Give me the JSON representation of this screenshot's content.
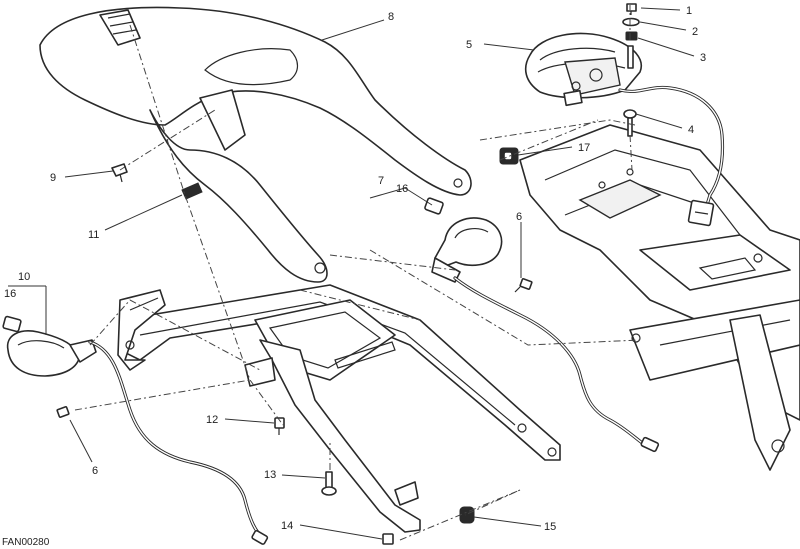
{
  "diagram": {
    "drawing_code": "FAN00280",
    "callouts": {
      "c1": "1",
      "c2": "2",
      "c3": "3",
      "c4": "4",
      "c5": "5",
      "c6a": "6",
      "c6b": "6",
      "c7": "7",
      "c8": "8",
      "c9": "9",
      "c10": "10",
      "c11": "11",
      "c12": "12",
      "c13": "13",
      "c14": "14",
      "c15": "15",
      "c16a": "16",
      "c16b": "16",
      "c17": "17"
    }
  }
}
